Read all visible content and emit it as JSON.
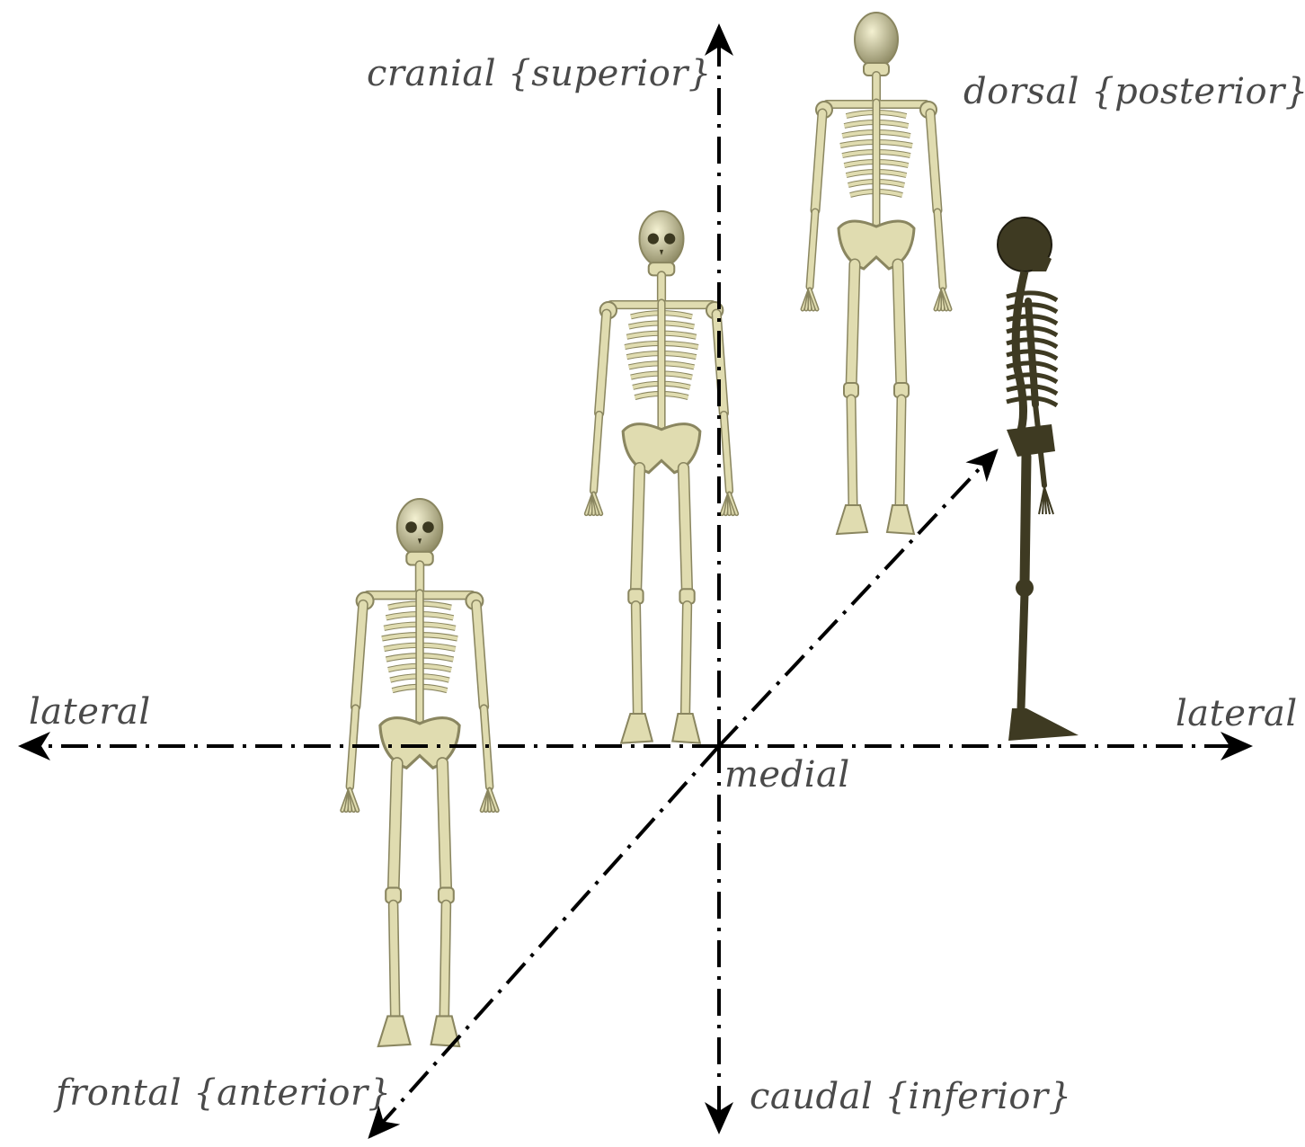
{
  "labels": {
    "cranial": "cranial {superior}",
    "dorsal": "dorsal {posterior}",
    "lateral_left": "lateral",
    "lateral_right": "lateral",
    "medial": "medial",
    "frontal": "frontal {anterior}",
    "caudal": "caudal {inferior}"
  },
  "figures": [
    {
      "name": "front-view-skeleton"
    },
    {
      "name": "anterior-view-skeleton"
    },
    {
      "name": "posterior-view-skeleton"
    },
    {
      "name": "side-view-skeleton"
    }
  ],
  "colors": {
    "bone": "#e0dcb0",
    "bone_shadow": "#8a8660",
    "side_bone": "#3e3a22",
    "axis": "#000000",
    "label": "#4a4a4a"
  }
}
